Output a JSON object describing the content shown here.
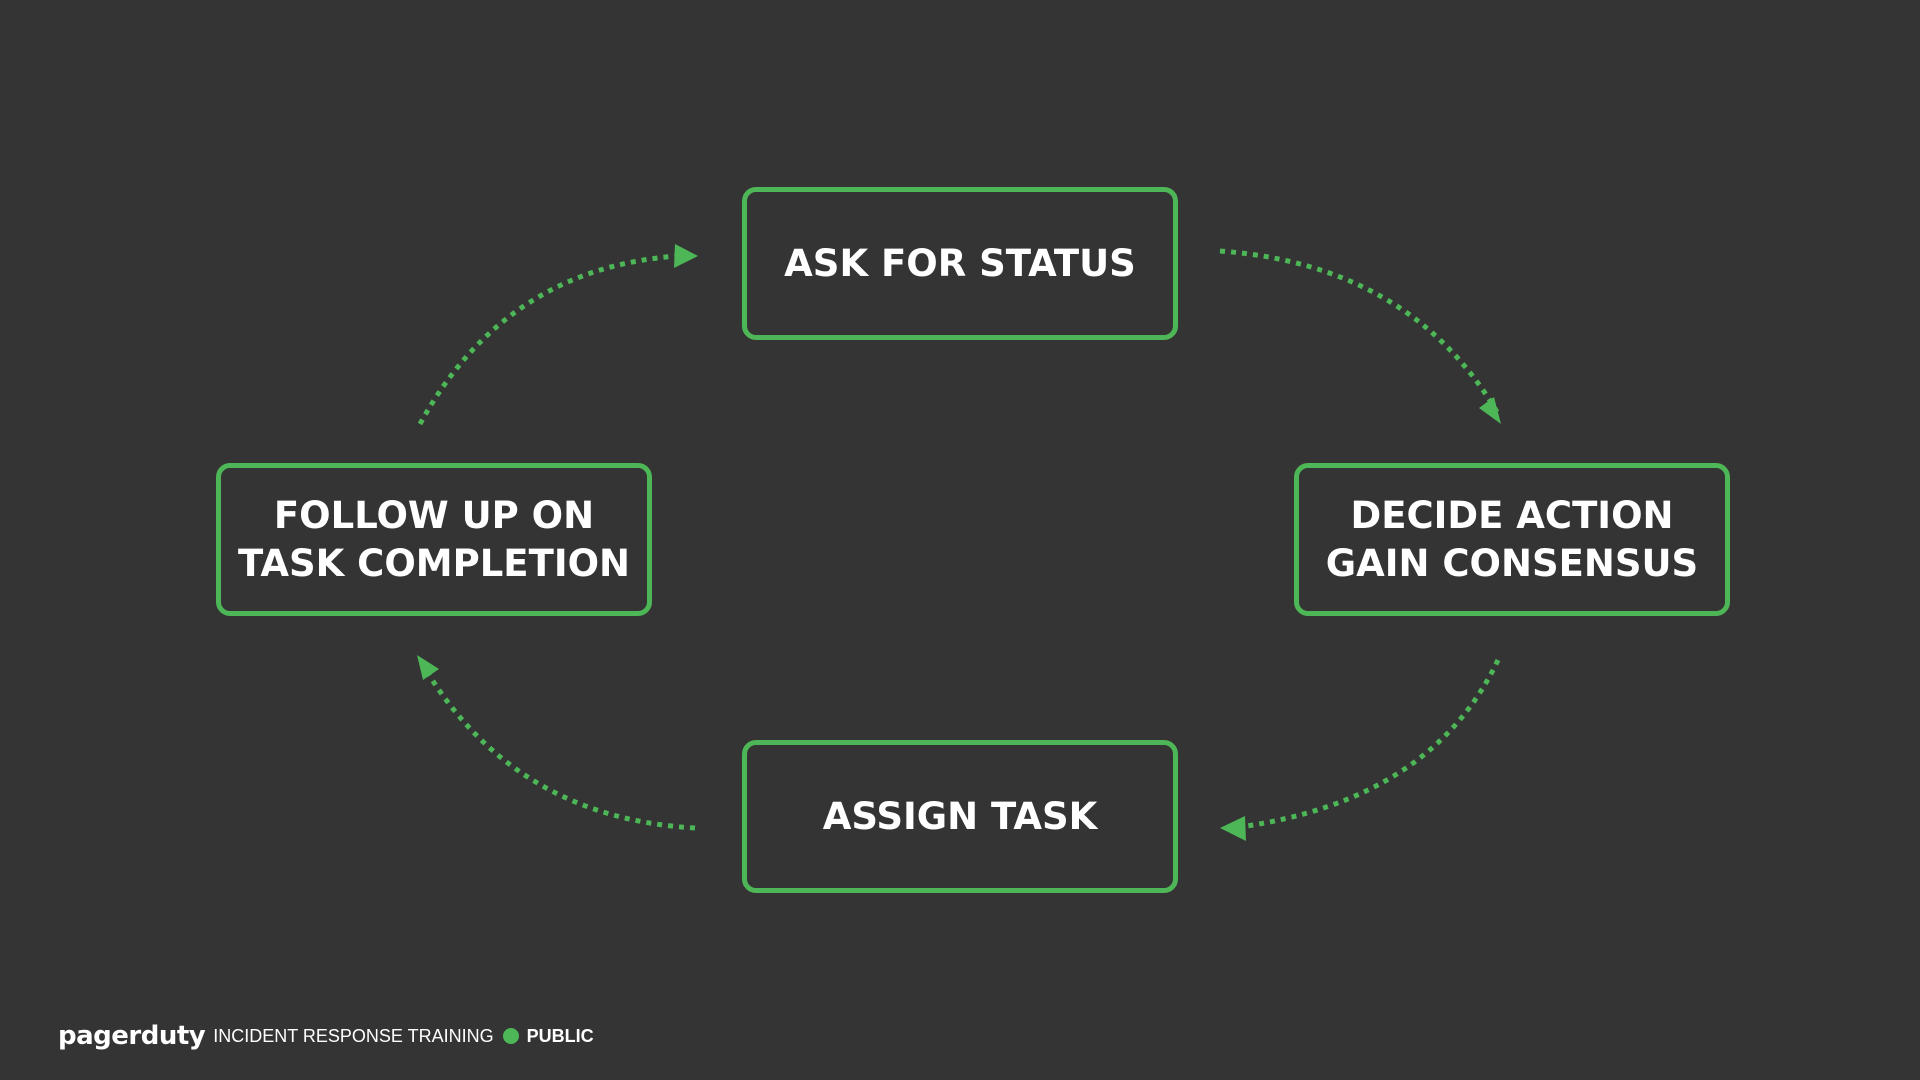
{
  "diagram": {
    "nodes": {
      "top": [
        "ASK FOR STATUS"
      ],
      "right": [
        "DECIDE ACTION",
        "GAIN CONSENSUS"
      ],
      "bottom": [
        "ASSIGN TASK"
      ],
      "left": [
        "FOLLOW UP ON",
        "TASK COMPLETION"
      ]
    },
    "flow": [
      "ASK FOR STATUS",
      "DECIDE ACTION GAIN CONSENSUS",
      "ASSIGN TASK",
      "FOLLOW UP ON TASK COMPLETION"
    ]
  },
  "footer": {
    "brand": "pagerduty",
    "title": "INCIDENT RESPONSE TRAINING",
    "classification": "PUBLIC"
  },
  "colors": {
    "background": "#343434",
    "accent": "#4db656",
    "text": "#ffffff"
  }
}
